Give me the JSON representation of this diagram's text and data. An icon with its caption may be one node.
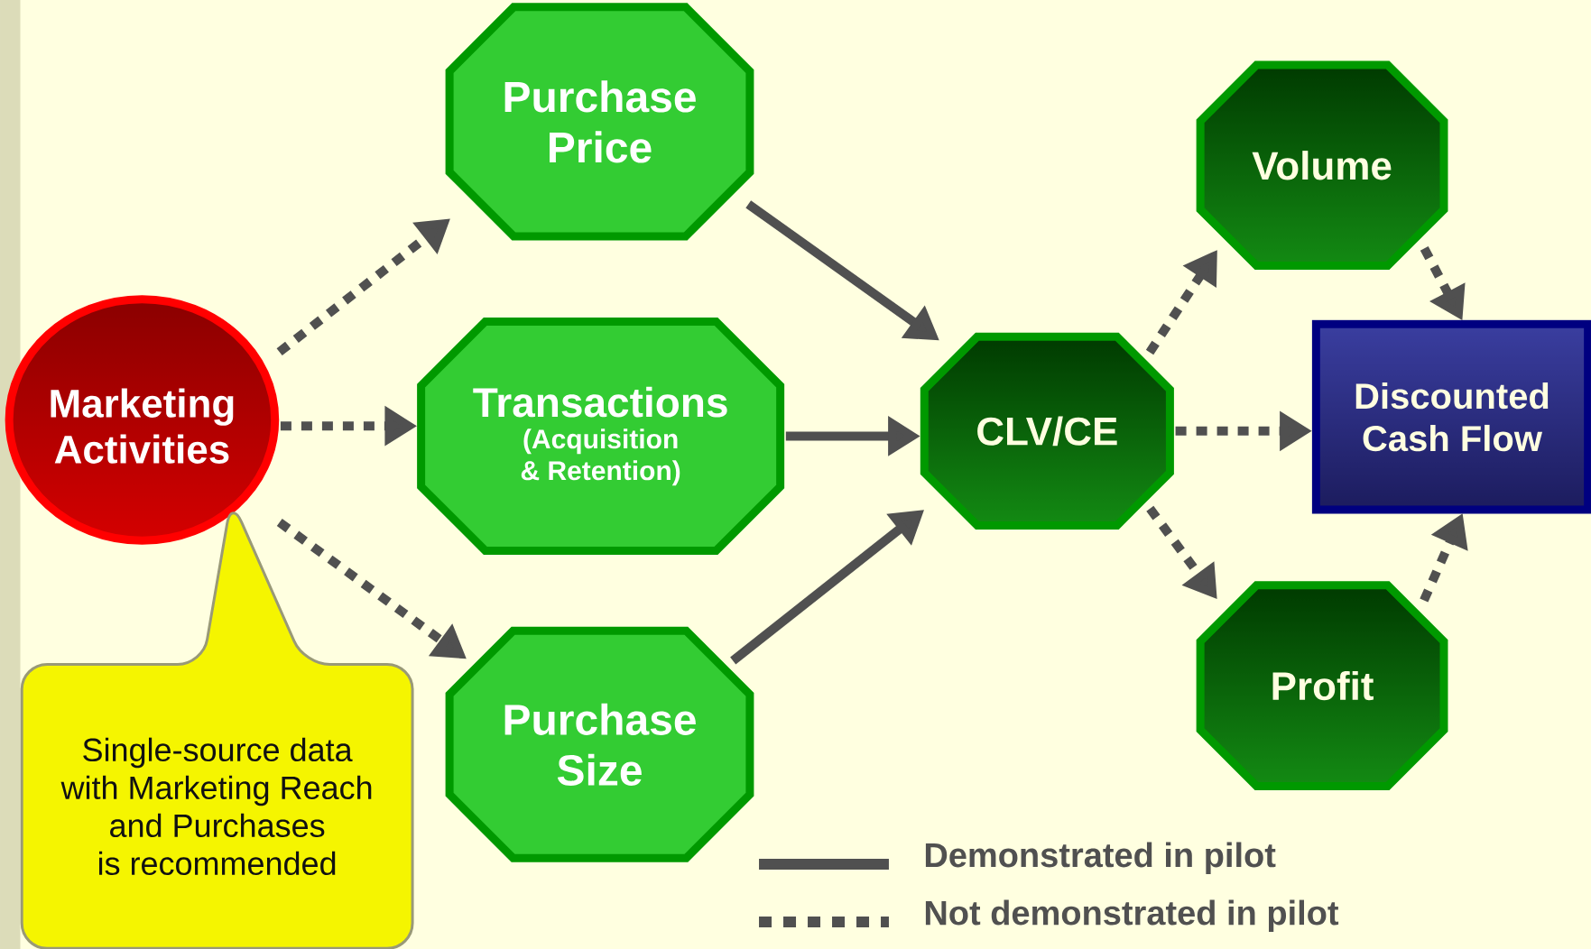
{
  "diagram": {
    "nodes": [
      {
        "text": [
          "Marketing Activities"
        ]
      },
      {
        "text": [
          "Purchase Price"
        ]
      },
      {
        "text": [
          "Transactions",
          "(Acquisition & Retention)"
        ]
      },
      {
        "text": [
          "Purchase Size"
        ]
      },
      {
        "text": [
          "CLV/CE"
        ]
      },
      {
        "text": [
          "Volume"
        ]
      },
      {
        "text": [
          "Discounted Cash Flow"
        ]
      },
      {
        "text": [
          "Profit"
        ]
      },
      {
        "text": [
          "Single-source data with Marketing Reach and Purchases is recommended"
        ]
      }
    ],
    "edges": [
      {
        "from": 0,
        "to": 1,
        "arrow": "to",
        "style": "dashed"
      },
      {
        "from": 0,
        "to": 2,
        "arrow": "to",
        "style": "dashed"
      },
      {
        "from": 0,
        "to": 3,
        "arrow": "to",
        "style": "dashed"
      },
      {
        "from": 1,
        "to": 4,
        "arrow": "to"
      },
      {
        "from": 2,
        "to": 4,
        "arrow": "to"
      },
      {
        "from": 3,
        "to": 4,
        "arrow": "to"
      },
      {
        "from": 4,
        "to": 5,
        "arrow": "to",
        "style": "dashed"
      },
      {
        "from": 4,
        "to": 6,
        "arrow": "to",
        "style": "dashed"
      },
      {
        "from": 4,
        "to": 7,
        "arrow": "to",
        "style": "dashed"
      },
      {
        "from": 5,
        "to": 6,
        "arrow": "to",
        "style": "dashed"
      },
      {
        "from": 7,
        "to": 6,
        "arrow": "to",
        "style": "dashed"
      }
    ],
    "legend": [
      {
        "text": "Demonstrated in pilot"
      },
      {
        "text": "Not demonstrated in pilot"
      }
    ]
  }
}
